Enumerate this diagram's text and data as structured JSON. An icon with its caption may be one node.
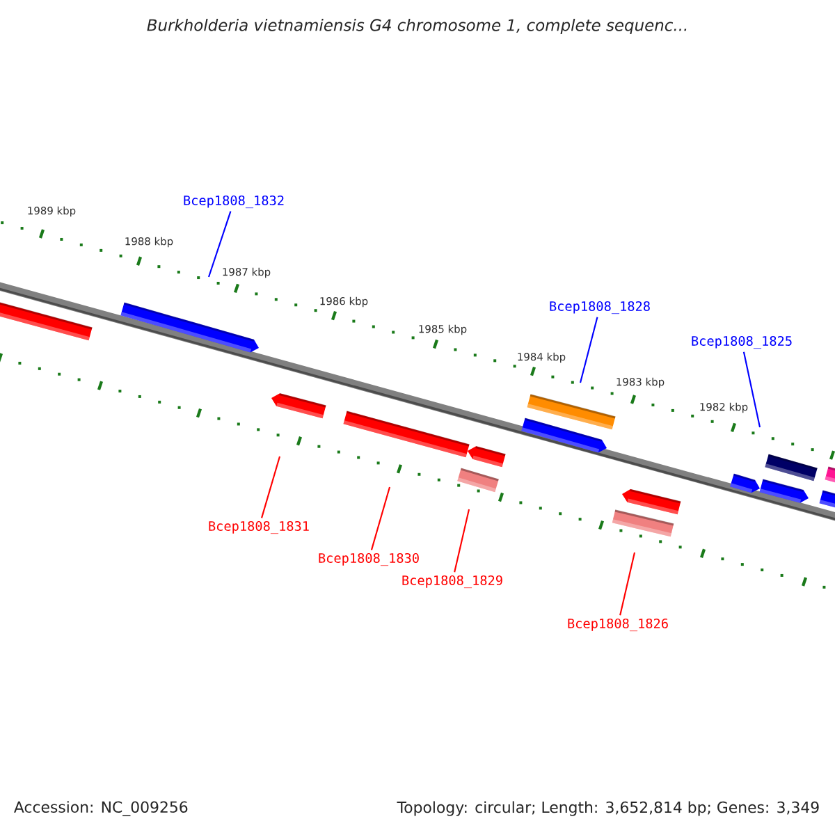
{
  "diagram": {
    "title": "Burkholderia vietnamiensis G4 chromosome 1, complete sequenc...",
    "nodes": [
      {
        "text": [
          "Bcep1808_1832"
        ]
      },
      {
        "text": [
          "Bcep1808_1828"
        ]
      },
      {
        "text": [
          "Bcep1808_1825"
        ]
      },
      {
        "text": [
          "Bcep1808_1831"
        ]
      },
      {
        "text": [
          "Bcep1808_1830"
        ]
      },
      {
        "text": [
          "Bcep1808_1829"
        ]
      },
      {
        "text": [
          "Bcep1808_1826"
        ]
      }
    ],
    "edges": [
      {
        "from": 0,
        "to": null,
        "arrow": "none",
        "color": "#0000ff"
      },
      {
        "from": 1,
        "to": null,
        "arrow": "none",
        "color": "#0000ff"
      },
      {
        "from": 2,
        "to": null,
        "arrow": "none",
        "color": "#0000ff"
      },
      {
        "from": 3,
        "to": null,
        "arrow": "none"
      },
      {
        "from": 4,
        "to": null,
        "arrow": "none"
      },
      {
        "from": 5,
        "to": null,
        "arrow": "none"
      },
      {
        "from": 6,
        "to": null,
        "arrow": "none"
      }
    ],
    "labels": [
      "1989 kbp",
      "1988 kbp",
      "1987 kbp",
      "1986 kbp",
      "1985 kbp",
      "1984 kbp",
      "1983 kbp",
      "1982 kbp",
      "Accession: NC_009256",
      "Topology: circular; Length: 3,652,814 bp; Genes: 3,349"
    ]
  }
}
